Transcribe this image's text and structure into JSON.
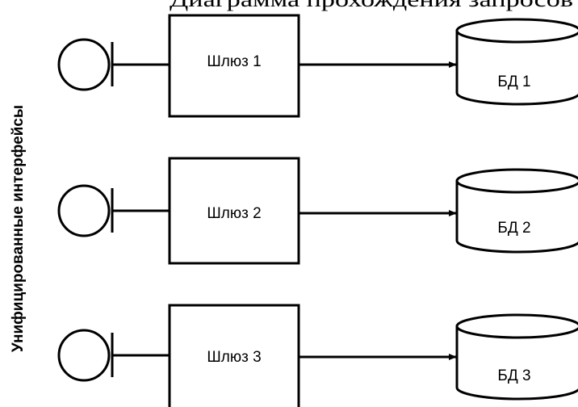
{
  "header_fragment": "Диаграмма прохождения запросов",
  "side_label": "Унифицированные интерфейсы",
  "rows": [
    {
      "gateway": "Шлюз 1",
      "database": "БД 1"
    },
    {
      "gateway": "Шлюз 2",
      "database": "БД 2"
    },
    {
      "gateway": "Шлюз 3",
      "database": "БД 3"
    }
  ]
}
